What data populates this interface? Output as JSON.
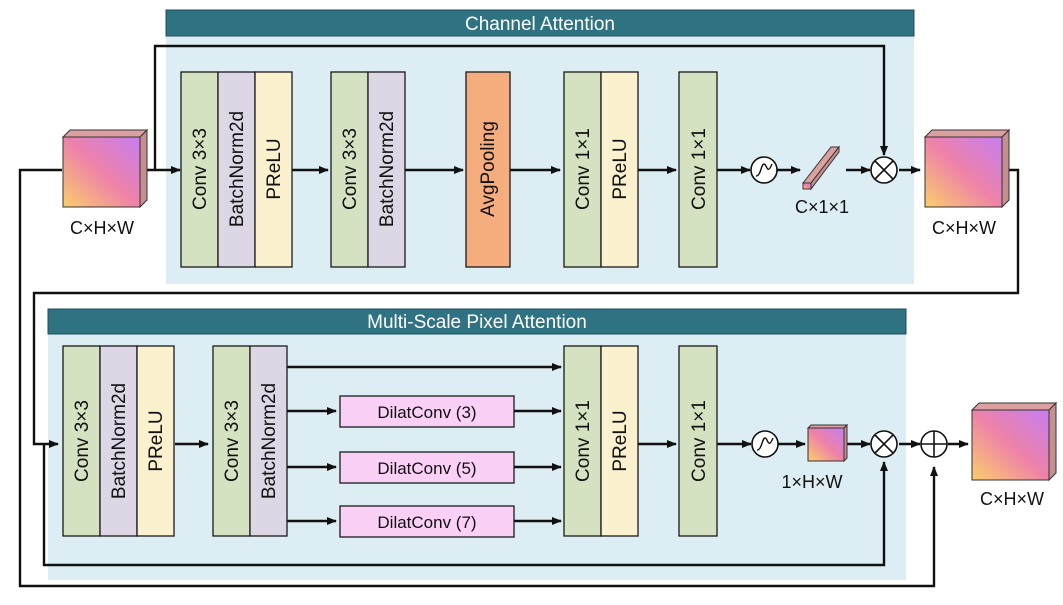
{
  "sections": {
    "channel": {
      "title": "Channel Attention"
    },
    "pixel": {
      "title": "Multi-Scale Pixel Attention"
    }
  },
  "blocks": {
    "conv3x3": "Conv 3×3",
    "batchnorm": "BatchNorm2d",
    "prelu": "PReLU",
    "avgpool": "AvgPooling",
    "conv1x1": "Conv 1×1",
    "dilat3": "DilatConv (3)",
    "dilat5": "DilatConv (5)",
    "dilat7": "DilatConv (7)"
  },
  "dims": {
    "input": "C×H×W",
    "channel_weights": "C×1×1",
    "channel_output": "C×H×W",
    "pixel_weights": "1×H×W",
    "final_output": "C×H×W"
  },
  "colors": {
    "band_title_bg": "#2f7282",
    "panel_bg": "#dcedf3",
    "conv": "#d5e2c2",
    "batchnorm": "#ddd7e5",
    "prelu": "#fcf1ce",
    "avgpool": "#f6ad7d",
    "dilatconv": "#fbd0f7",
    "cube_side": "#c58f8f"
  },
  "operators": {
    "sigmoid": "sigmoid-icon",
    "multiply": "multiply-icon",
    "add": "add-icon"
  }
}
